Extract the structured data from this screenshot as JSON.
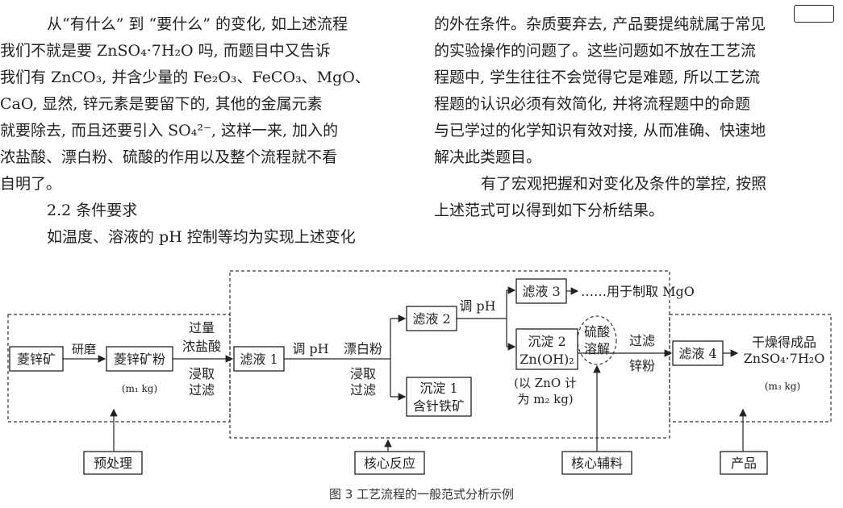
{
  "left_column": {
    "lines": [
      "从“有什么” 到 “要什么” 的变化, 如上述流程",
      "我们不就是要 ZnSO₄·7H₂O 吗, 而题目中又告诉",
      "我们有 ZnCO₃, 并含少量的 Fe₂O₃、FeCO₃、MgO、",
      "CaO, 显然, 锌元素是要留下的, 其他的金属元素",
      "就要除去, 而且还要引入 SO₄²⁻, 这样一来, 加入的",
      "浓盐酸、漂白粉、硫酸的作用以及整个流程就不看",
      "自明了。"
    ],
    "section_heading": "2.2   条件要求",
    "last_line": "如温度、溶液的 pH 控制等均为实现上述变化"
  },
  "right_column": {
    "lines": [
      "的外在条件。杂质要弃去, 产品要提纯就属于常见",
      "的实验操作的问题了。这些问题如不放在工艺流",
      "程题中, 学生往往不会觉得它是难题, 所以工艺流",
      "程题的认识必须有效简化, 并将流程题中的命题",
      "与已学过的化学知识有效对接, 从而准确、快速地",
      "解决此类题目。"
    ],
    "para2_lines": [
      "有了宏观把握和对变化及条件的掌控, 按照",
      "上述范式可以得到如下分析结果。"
    ]
  },
  "diagram": {
    "ore": "菱锌矿",
    "grind": "研磨",
    "ore_powder": "菱锌矿粉",
    "m1": "(m₁ kg)",
    "reagent1_a": "过量",
    "reagent1_b": "浓盐酸",
    "leach_a": "浸取",
    "leach_b": "过滤",
    "filtrate1": "滤液 1",
    "adjust_ph": "调 pH",
    "bleach": "漂白粉",
    "leach2_a": "浸取",
    "leach2_b": "过滤",
    "filtrate2": "滤液 2",
    "adjust_ph2": "调 pH",
    "precip1_a": "沉淀 1",
    "precip1_b": "含针铁矿",
    "filtrate3": "滤液 3",
    "for_mgo": "……用于制取 MgO",
    "precip2_a": "沉淀 2",
    "precip2_b": "Zn(OH)₂",
    "zno_a": "(以 ZnO 计",
    "zno_b": "为 m₂ kg)",
    "acid_a": "硫酸",
    "acid_b": "溶解",
    "filter": "过滤",
    "zinc_powder": "锌粉",
    "filtrate4": "滤液 4",
    "dry": "干燥得成品",
    "product_formula": "ZnSO₄·7H₂O",
    "m3": "(m₃ kg)",
    "label_pretreat": "预处理",
    "label_core": "核心反应",
    "label_aux": "核心辅料",
    "label_product": "产品"
  },
  "caption": "图 3   工艺流程的一般范式分析示例"
}
